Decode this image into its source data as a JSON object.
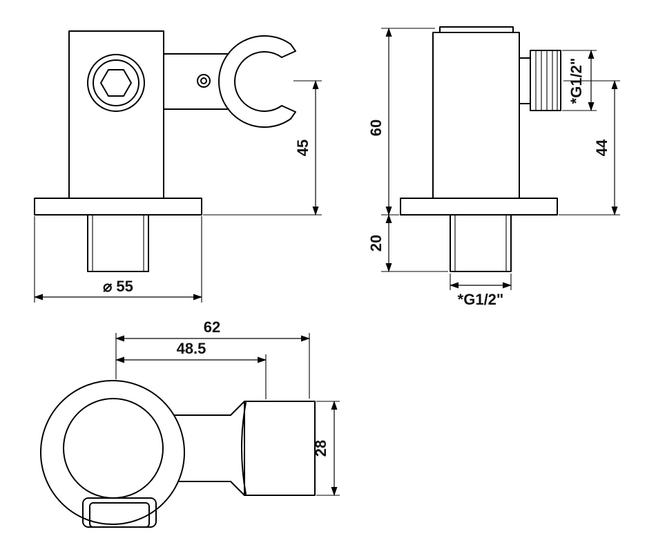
{
  "page": {
    "background": "#ffffff",
    "line_color": "#000000",
    "drawing_type": "technical dimension drawing, shower holder wall elbow, three orthographic views"
  },
  "views": {
    "front": {
      "dim_height": "45",
      "dim_diameter": "⌀ 55"
    },
    "side": {
      "dim_body_height": "60",
      "dim_stub_length": "20",
      "dim_outlet_offset": "44",
      "dim_outlet_thread": "*G1/2\"",
      "dim_stub_thread": "*G1/2\""
    },
    "top": {
      "dim_total_width": "62",
      "dim_arm_width": "48.5",
      "dim_holder_depth": "28"
    }
  }
}
